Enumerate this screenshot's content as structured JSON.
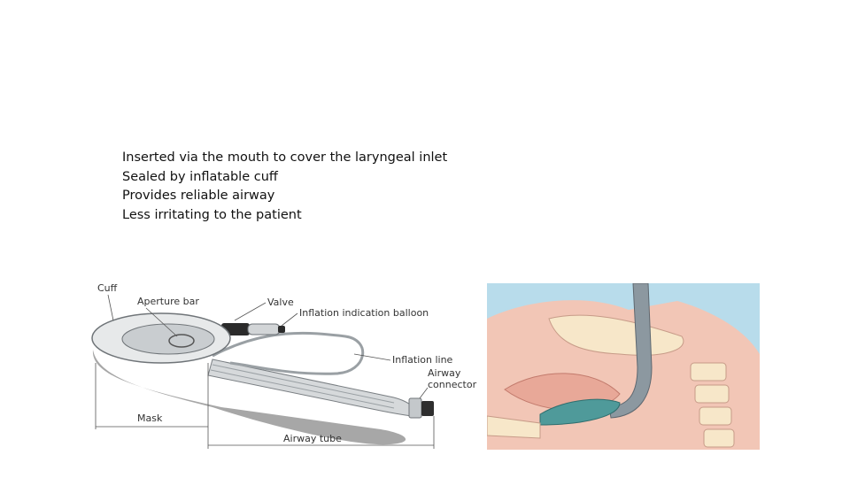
{
  "slide": {
    "bullets": [
      "Inserted via the mouth to cover the laryngeal inlet",
      "Sealed by inflatable cuff",
      "Provides reliable airway",
      "Less irritating to the patient"
    ]
  },
  "diagram": {
    "labels": {
      "cuff": "Cuff",
      "aperture_bar": "Aperture bar",
      "valve": "Valve",
      "inflation_balloon": "Inflation indication balloon",
      "inflation_line": "Inflation line",
      "airway_connector_1": "Airway",
      "airway_connector_2": "connector",
      "mask": "Mask",
      "airway_tube": "Airway tube"
    }
  },
  "colors": {
    "text": "#111111",
    "label": "#333333",
    "illustration_bg": "#b8dceb",
    "tissue": "#f2c6b6",
    "bone": "#f7e7c9",
    "tube": "#8c98a0",
    "cuff_teal": "#4f9a9a"
  }
}
